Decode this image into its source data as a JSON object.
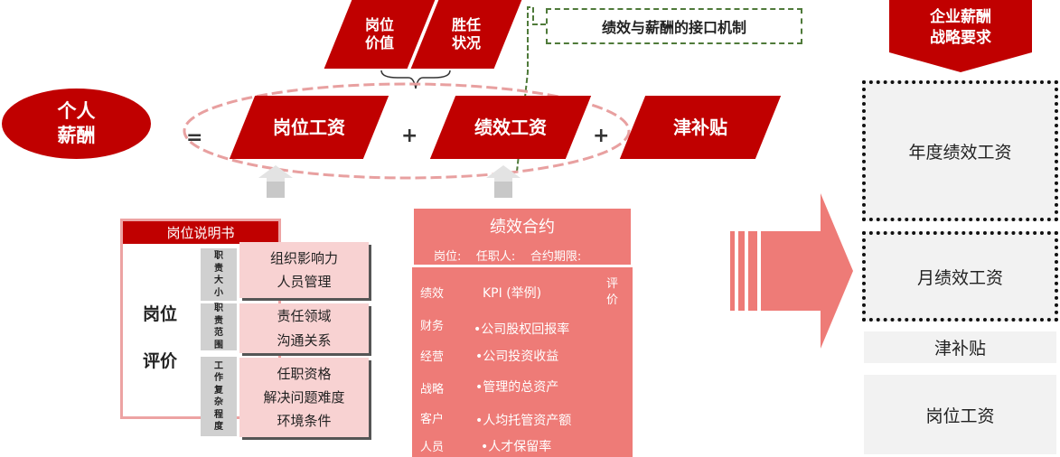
{
  "top": {
    "job_value": [
      "岗位",
      "价值"
    ],
    "competency": [
      "胜任",
      "状况"
    ],
    "interface_note": "绩效与薪酬的接口机制"
  },
  "formula": {
    "personal": [
      "个人",
      "薪酬"
    ],
    "equals": "=",
    "plus": "+",
    "job_salary": "岗位工资",
    "performance_salary": "绩效工资",
    "allowance": "津补贴"
  },
  "job_desc": {
    "title": "岗位说明书",
    "eval_label": [
      "岗位",
      "评价"
    ],
    "groups": [
      {
        "tab": [
          "职",
          "责",
          "大",
          "小"
        ],
        "items": [
          "组织影响力",
          "人员管理"
        ]
      },
      {
        "tab": [
          "职",
          "责",
          "范",
          "围"
        ],
        "items": [
          "责任领域",
          "沟通关系"
        ]
      },
      {
        "tab": [
          "工",
          "作",
          "复",
          "杂",
          "程",
          "度"
        ],
        "items": [
          "任职资格",
          "解决问题难度",
          "环境条件"
        ]
      }
    ]
  },
  "contract": {
    "title": "绩效合约",
    "subtitle": [
      "岗位:",
      "任职人:",
      "合约期限:"
    ],
    "col_perf": "绩效",
    "col_kpi": "KPI (举例)",
    "col_eval": [
      "评",
      "价"
    ],
    "rows": [
      {
        "dim": "财务",
        "kpi": "•公司股权回报率"
      },
      {
        "dim": "经营",
        "kpi": "•公司投资收益"
      },
      {
        "dim": "战略",
        "kpi": "•管理的总资产"
      },
      {
        "dim": "客户",
        "kpi": "•人均托管资产额"
      },
      {
        "dim": "人员",
        "kpi": "•人才保留率"
      }
    ]
  },
  "strategy": {
    "title": [
      "企业薪酬",
      "战略要求"
    ],
    "annual_perf": "年度绩效工资",
    "monthly_perf": "月绩效工资",
    "allowance": "津补贴",
    "job_salary": "岗位工资"
  },
  "colors": {
    "red": "#c00000",
    "salmon": "#ee7b77",
    "pink": "#f8d2d2",
    "green": "#4f7a3a",
    "gray": "#d0d0d0"
  }
}
